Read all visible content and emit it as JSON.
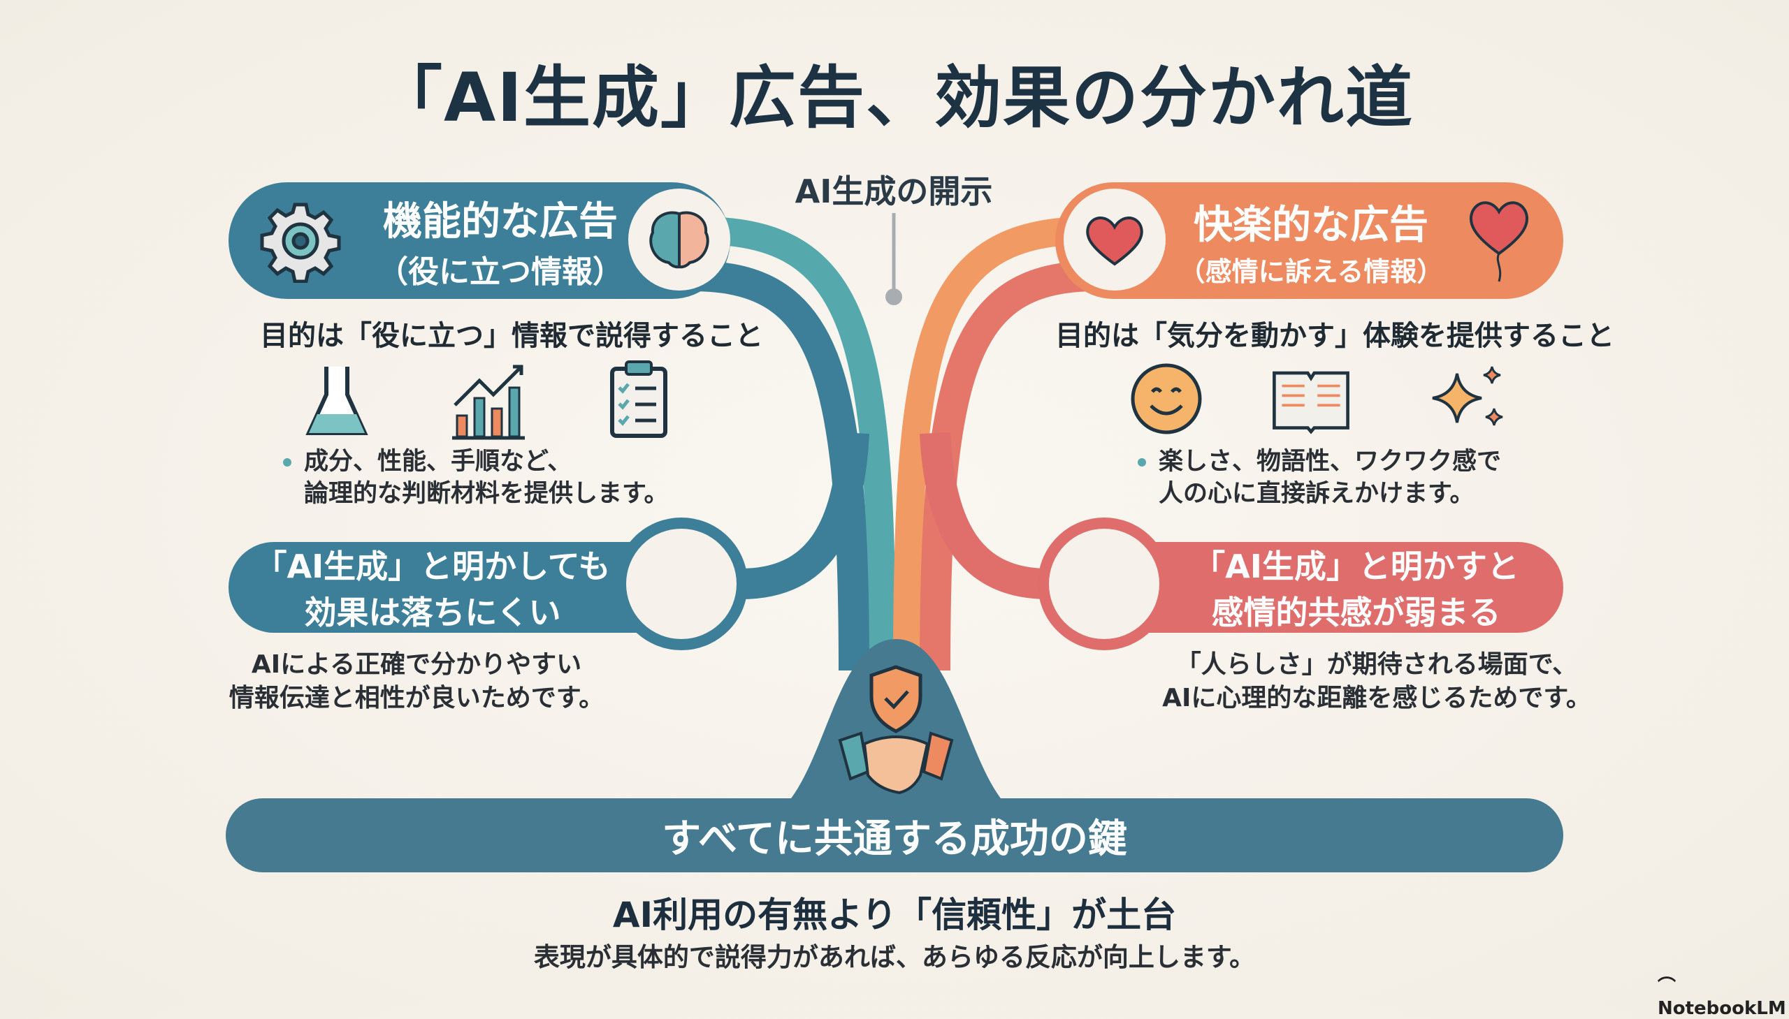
{
  "title": "「AI生成」広告、効果の分かれ道",
  "disclosure_label": "AI生成の開示",
  "functional": {
    "title": "機能的な広告",
    "subtitle": "（役に立つ情報）",
    "purpose": "目的は「役に立つ」情報で説得すること",
    "bullet_line1": "成分、性能、手順など、",
    "bullet_line2": "論理的な判断材料を提供します。",
    "result": {
      "line1": "「AI生成」と明かしても",
      "line2": "効果は落ちにくい"
    },
    "reason_line1": "AIによる正確で分かりやすい",
    "reason_line2": "情報伝達と相性が良いためです。"
  },
  "hedonic": {
    "title": "快楽的な広告",
    "subtitle": "（感情に訴える情報）",
    "purpose": "目的は「気分を動かす」体験を提供すること",
    "bullet_line1": "楽しさ、物語性、ワクワク感で",
    "bullet_line2": "人の心に直接訴えかけます。",
    "result": {
      "line1": "「AI生成」と明かすと",
      "line2": "感情的共感が弱まる"
    },
    "reason_line1": "「人らしさ」が期待される場面で、",
    "reason_line2": "AIに心理的な距離を感じるためです。"
  },
  "common": {
    "banner": "すべてに共通する成功の鍵",
    "key": "AI利用の有無より「信頼性」が土台",
    "key_sub": "表現が具体的で説得力があれば、あらゆる反応が向上します。"
  },
  "brand": "NotebookLM",
  "colors": {
    "teal": "#3d7f98",
    "orange": "#ee8a5f",
    "red": "#df6d6c",
    "navy": "#467a90"
  }
}
